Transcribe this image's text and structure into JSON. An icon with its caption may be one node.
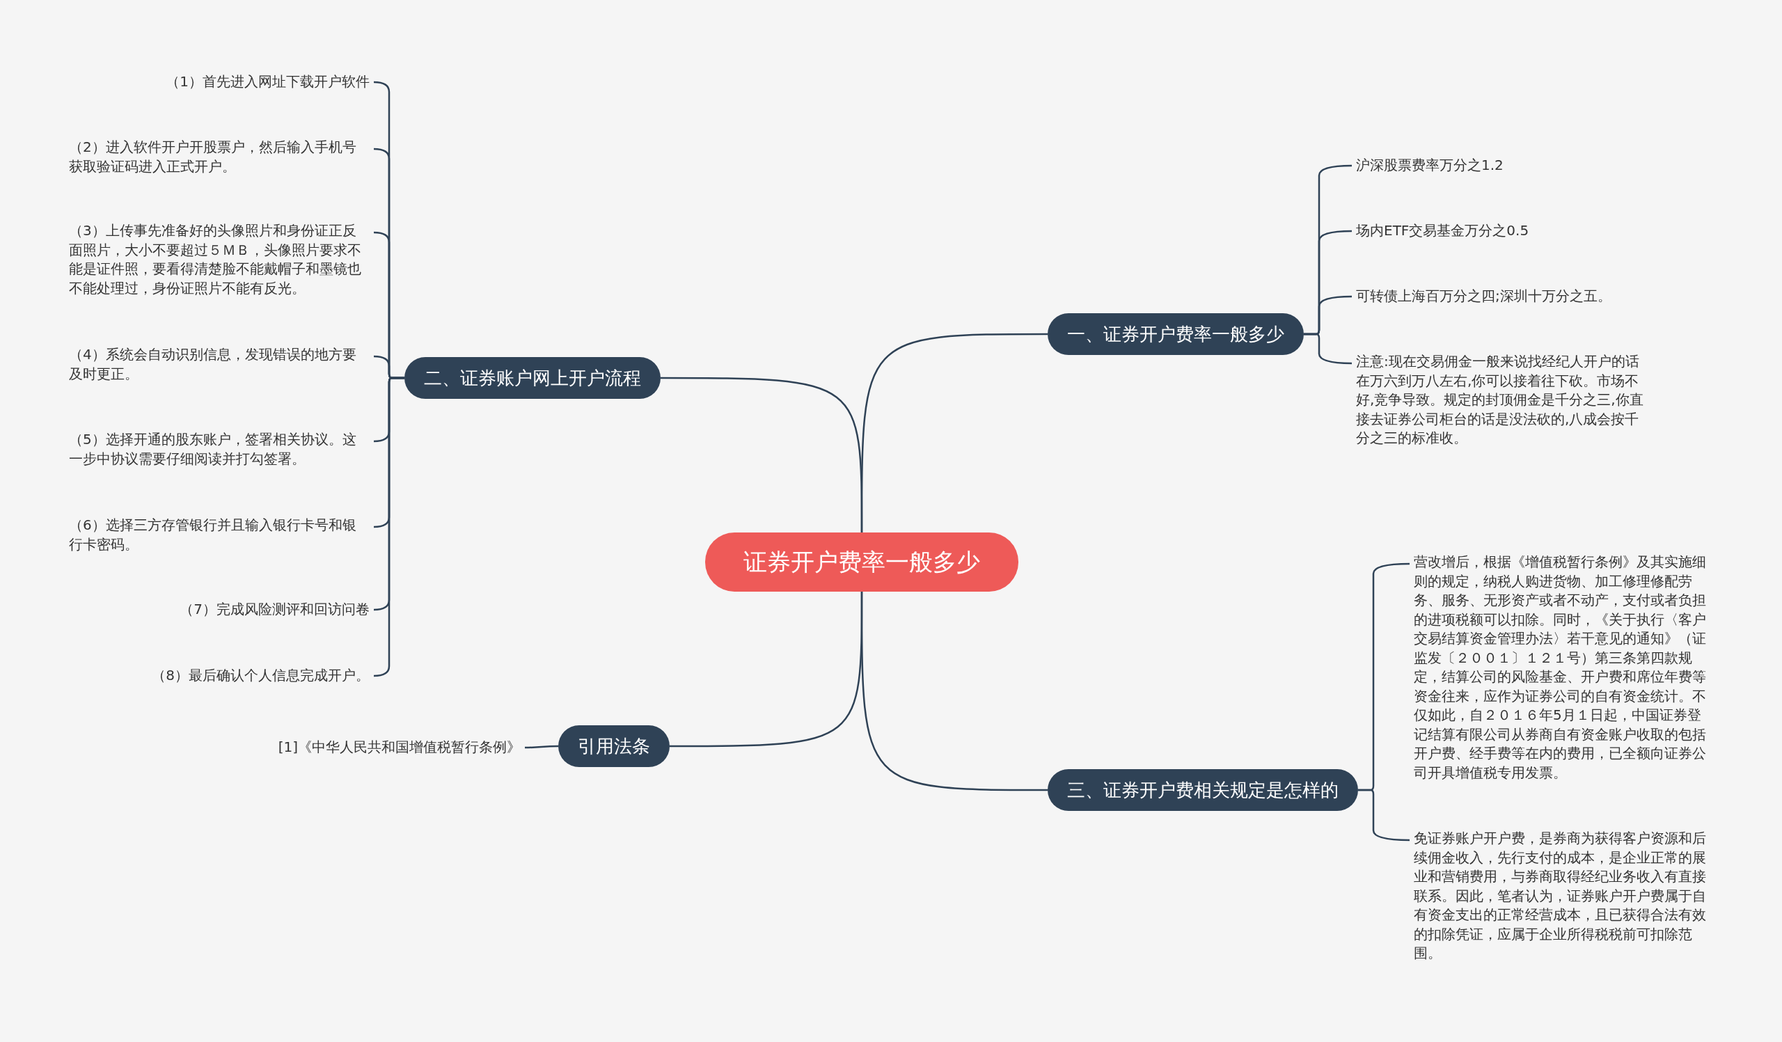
{
  "diagram": {
    "nodes": [
      {
        "text": [
          "证券开户费率一般多少"
        ]
      },
      {
        "text": [
          "二、证券账户网上开户流程"
        ]
      },
      {
        "text": [
          "（1）首先进入网址下载开户软件"
        ]
      },
      {
        "text": [
          "（2）进入软件开户开股票户，然后输入手机号获取验证码进入正式开户。"
        ]
      },
      {
        "text": [
          "（3）上传事先准备好的头像照片和身份证正反面照片，大小不要超过５ＭＢ，头像照片要求不能是证件照，要看得清楚脸不能戴帽子和墨镜也不能处理过，身份证照片不能有反光。"
        ]
      },
      {
        "text": [
          "（4）系统会自动识别信息，发现错误的地方要及时更正。"
        ]
      },
      {
        "text": [
          "（5）选择开通的股东账户，签署相关协议。这一步中协议需要仔细阅读并打勾签署。"
        ]
      },
      {
        "text": [
          "（6）选择三方存管银行并且输入银行卡号和银行卡密码。"
        ]
      },
      {
        "text": [
          "（7）完成风险测评和回访问卷"
        ]
      },
      {
        "text": [
          "（8）最后确认个人信息完成开户。"
        ]
      },
      {
        "text": [
          "引用法条"
        ]
      },
      {
        "text": [
          "[1]《中华人民共和国增值税暂行条例》"
        ]
      },
      {
        "text": [
          "一、证券开户费率一般多少"
        ]
      },
      {
        "text": [
          "沪深股票费率万分之1.2"
        ]
      },
      {
        "text": [
          "场内ETF交易基金万分之0.5"
        ]
      },
      {
        "text": [
          "可转债上海百万分之四;深圳十万分之五。"
        ]
      },
      {
        "text": [
          "注意:现在交易佣金一般来说找经纪人开户的话在万六到万八左右,你可以接着往下砍。市场不好,竞争导致。规定的封顶佣金是千分之三,你直接去证券公司柜台的话是没法砍的,八成会按千分之三的标准收。"
        ]
      },
      {
        "text": [
          "三、证券开户费相关规定是怎样的"
        ]
      },
      {
        "text": [
          "营改增后，根据《增值税暂行条例》及其实施细则的规定，纳税人购进货物、加工修理修配劳务、服务、无形资产或者不动产，支付或者负担的进项税额可以扣除。同时，《关于执行〈客户交易结算资金管理办法〉若干意见的通知》（证监发〔２００１〕１２１号）第三条第四款规定，结算公司的风险基金、开户费和席位年费等资金往来，应作为证券公司的自有资金统计。不仅如此，自２０１６年5月１日起，中国证券登记结算有限公司从券商自有资金账户收取的包括开户费、经手费等在内的费用，已全额向证券公司开具增值税专用发票。"
        ]
      },
      {
        "text": [
          "免证券账户开户费，是券商为获得客户资源和后续佣金收入，先行支付的成本，是企业正常的展业和营销费用，与券商取得经纪业务收入有直接联系。因此，笔者认为，证券账户开户费属于自有资金支出的正常经营成本，且已获得合法有效的扣除凭证，应属于企业所得税税前可扣除范围。"
        ]
      }
    ],
    "edges": [
      {
        "from": 0,
        "to": 1,
        "arrow": "none"
      },
      {
        "from": 1,
        "to": 2,
        "arrow": "none"
      },
      {
        "from": 1,
        "to": 3,
        "arrow": "none"
      },
      {
        "from": 1,
        "to": 4,
        "arrow": "none"
      },
      {
        "from": 1,
        "to": 5,
        "arrow": "none"
      },
      {
        "from": 1,
        "to": 6,
        "arrow": "none"
      },
      {
        "from": 1,
        "to": 7,
        "arrow": "none"
      },
      {
        "from": 1,
        "to": 8,
        "arrow": "none"
      },
      {
        "from": 1,
        "to": 9,
        "arrow": "none"
      },
      {
        "from": 0,
        "to": 10,
        "arrow": "none"
      },
      {
        "from": 10,
        "to": 11,
        "arrow": "none"
      },
      {
        "from": 0,
        "to": 12,
        "arrow": "none"
      },
      {
        "from": 12,
        "to": 13,
        "arrow": "none"
      },
      {
        "from": 12,
        "to": 14,
        "arrow": "none"
      },
      {
        "from": 12,
        "to": 15,
        "arrow": "none"
      },
      {
        "from": 12,
        "to": 16,
        "arrow": "none"
      },
      {
        "from": 0,
        "to": 17,
        "arrow": "none"
      },
      {
        "from": 17,
        "to": 18,
        "arrow": "none"
      },
      {
        "from": 17,
        "to": 19,
        "arrow": "none"
      }
    ]
  }
}
